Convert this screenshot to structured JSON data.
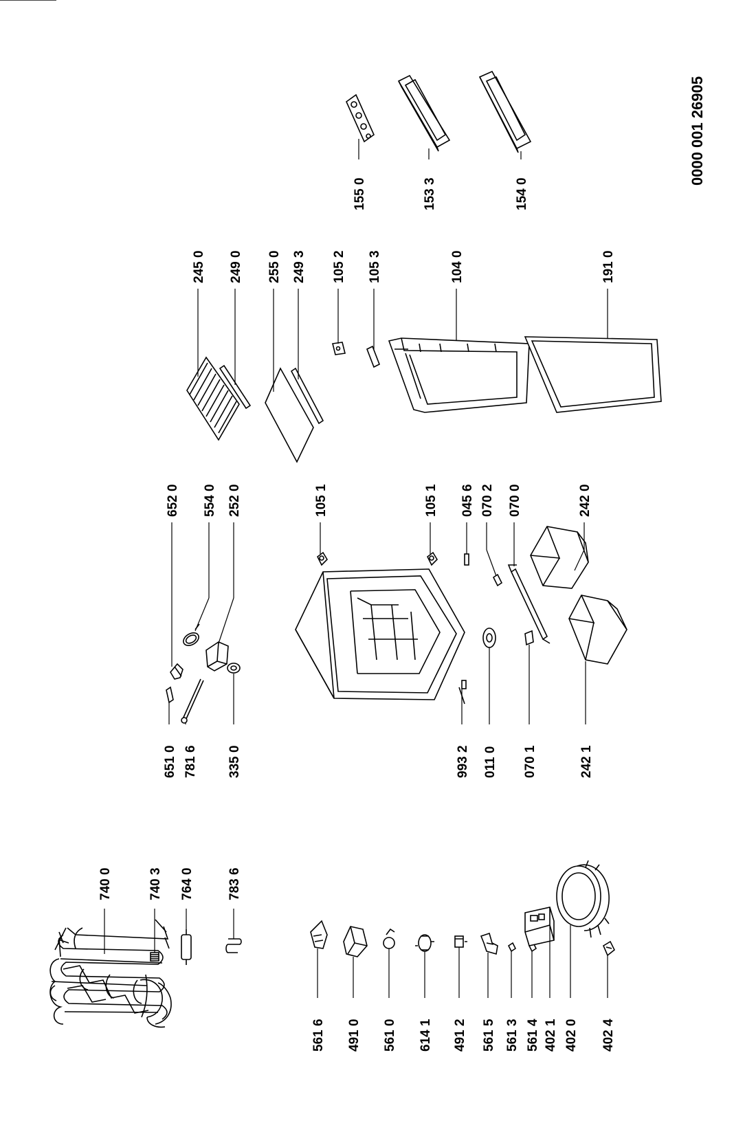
{
  "document_number": "0000 001 26905",
  "labels": {
    "p7400": "740 0",
    "p7403": "740 3",
    "p7640": "764 0",
    "p7836": "783 6",
    "p5616": "561 6",
    "p4910": "491 0",
    "p5610": "561 0",
    "p6141": "614 1",
    "p4912": "491 2",
    "p5615": "561 5",
    "p5613": "561 3",
    "p5614": "561 4",
    "p4021": "402 1",
    "p4020": "402 0",
    "p4024": "402 4",
    "p6510": "651 0",
    "p7816": "781 6",
    "p3350": "335 0",
    "p6520": "652 0",
    "p5540": "554 0",
    "p2520": "252 0",
    "p9932": "993 2",
    "p0110": "011 0",
    "p0701": "070 1",
    "p2421": "242 1",
    "p1051a": "105 1",
    "p1051b": "105 1",
    "p0456": "045 6",
    "p0702": "070 2",
    "p0700": "070 0",
    "p2420": "242 0",
    "p2450": "245 0",
    "p2490": "249 0",
    "p2550": "255 0",
    "p2493": "249 3",
    "p1052": "105 2",
    "p1053": "105 3",
    "p1040": "104 0",
    "p1910": "191 0",
    "p1550": "155 0",
    "p1533": "153 3",
    "p1540": "154 0"
  }
}
